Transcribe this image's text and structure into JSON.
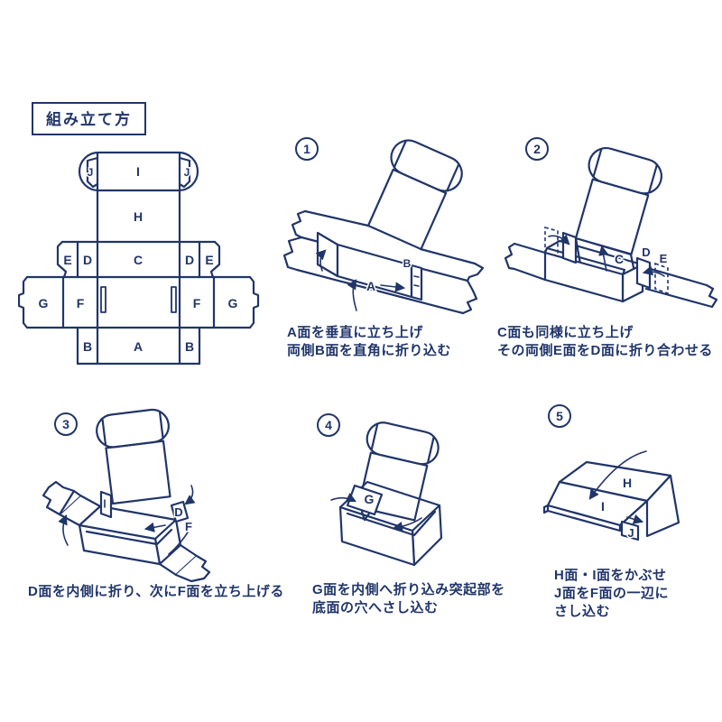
{
  "colors": {
    "ink": "#203569",
    "background": "#ffffff"
  },
  "title": "組み立て方",
  "template": {
    "labels": {
      "j_left": "J",
      "i": "I",
      "j_right": "J",
      "h": "H",
      "e_left": "E",
      "d_left": "D",
      "c": "C",
      "d_right": "D",
      "e_right": "E",
      "g_left": "G",
      "f_left": "F",
      "f_right": "F",
      "g_right": "G",
      "b_left": "B",
      "a": "A",
      "b_right": "B"
    }
  },
  "steps": [
    {
      "number": "1",
      "captions": [
        "A面を垂直に立ち上げ",
        "両側B面を直角に折り込む"
      ],
      "labels": {
        "a": "A",
        "b": "B"
      }
    },
    {
      "number": "2",
      "captions": [
        "C面も同様に立ち上げ",
        "その両側E面をD面に折り合わせる"
      ],
      "labels": {
        "c": "C",
        "d": "D",
        "e": "E"
      }
    },
    {
      "number": "3",
      "captions": [
        "D面を内側に折り、次にF面を立ち上げる"
      ],
      "labels": {
        "d": "D",
        "f": "F"
      }
    },
    {
      "number": "4",
      "captions": [
        "G面を内側へ折り込み突起部を",
        "底面の穴へさし込む"
      ],
      "labels": {
        "g": "G"
      }
    },
    {
      "number": "5",
      "captions": [
        "H面・I面をかぶせ",
        "J面をF面の一辺に",
        "さし込む"
      ],
      "labels": {
        "h": "H",
        "i": "I",
        "j": "J"
      }
    }
  ]
}
